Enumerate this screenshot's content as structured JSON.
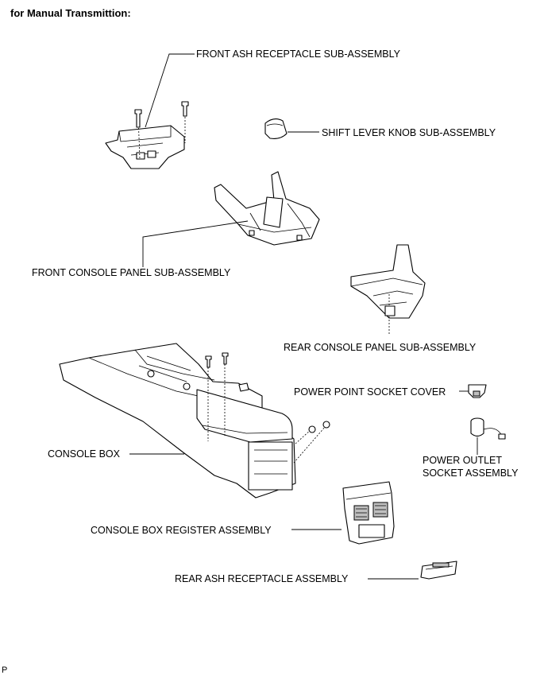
{
  "header": {
    "title": "for Manual Transmittion:"
  },
  "labels": {
    "front_ash": "FRONT ASH RECEPTACLE SUB-ASSEMBLY",
    "shift_knob": "SHIFT LEVER KNOB SUB-ASSEMBLY",
    "front_console": "FRONT CONSOLE PANEL SUB-ASSEMBLY",
    "rear_console": "REAR CONSOLE PANEL SUB-ASSEMBLY",
    "power_point_cover": "POWER POINT SOCKET COVER",
    "power_outlet_line1": "POWER OUTLET",
    "power_outlet_line2": "SOCKET ASSEMBLY",
    "console_box": "CONSOLE BOX",
    "register": "CONSOLE BOX REGISTER ASSEMBLY",
    "rear_ash": "REAR ASH RECEPTACLE ASSEMBLY"
  },
  "footer": {
    "code": "P"
  }
}
